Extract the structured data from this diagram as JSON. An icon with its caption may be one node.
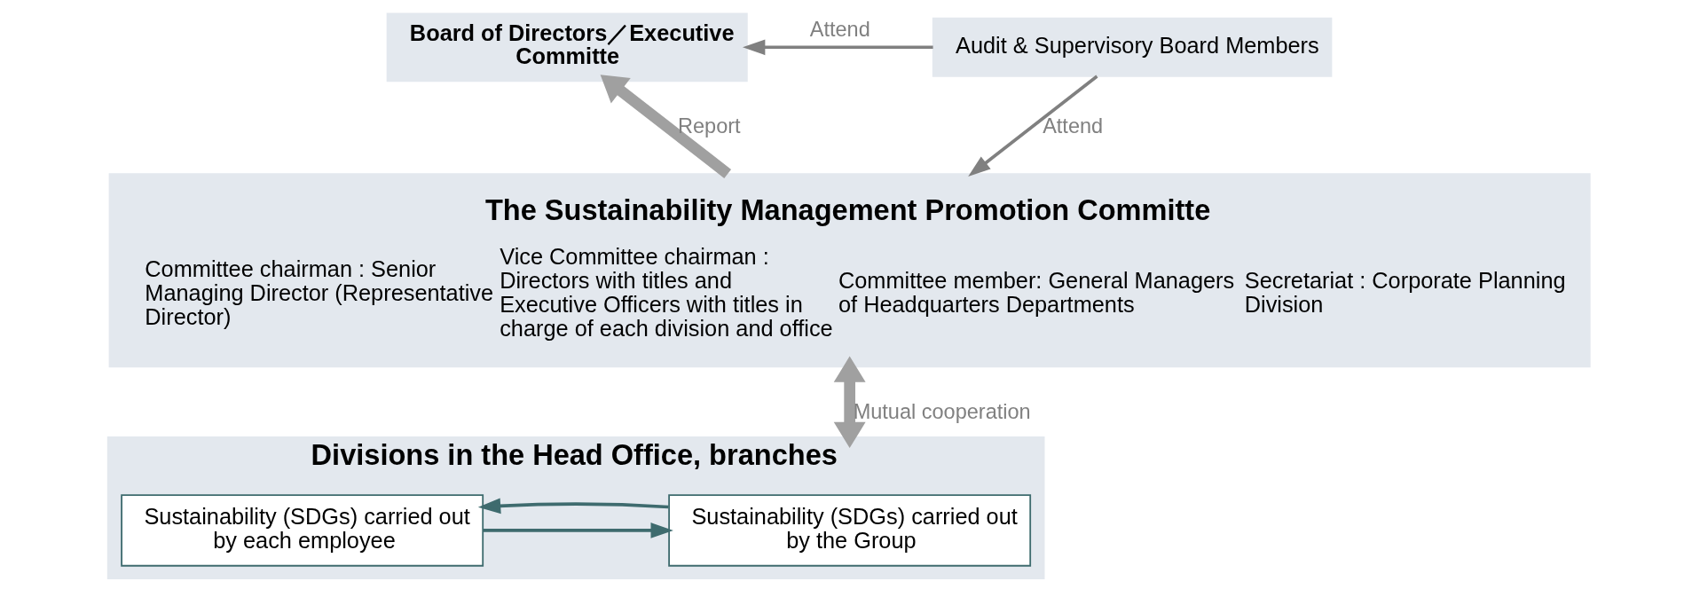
{
  "diagram": {
    "nodes": [
      {
        "text": [
          "Board of Directors／Executive Committe"
        ]
      },
      {
        "text": [
          "Audit & Supervisory Board Members"
        ]
      },
      {
        "text": [
          "The Sustainability Management Promotion Committe",
          "Committee chairman : Senior Managing Director (Representative Director)",
          "Vice Committee chairman : Directors with titles and Executive Officers with titles in charge of each division and office",
          "Committee member: General Managers of Headquarters Departments",
          "Secretariat : Corporate Planning Division"
        ]
      },
      {
        "text": [
          "Divisions in the Head Office, branches"
        ]
      },
      {
        "text": [
          "Sustainability (SDGs) carried out by the Group"
        ],
        "in": 3
      },
      {
        "text": [
          "Sustainability (SDGs) carried out by each employee"
        ],
        "in": 3
      }
    ],
    "edges": [
      {
        "from": 1,
        "to": 0,
        "arrow": "to",
        "label": "Attend",
        "color": "#808080"
      },
      {
        "from": 1,
        "to": 2,
        "arrow": "to",
        "label": "Attend",
        "color": "#808080"
      },
      {
        "from": 2,
        "to": 0,
        "arrow": "to",
        "label": "Report",
        "style": "thick"
      },
      {
        "from": 2,
        "to": 3,
        "arrow": "both",
        "label": "Mutual cooperation",
        "style": "thick"
      },
      {
        "from": 5,
        "to": 4,
        "arrow": "to",
        "color": "#3e6b6e"
      },
      {
        "from": 4,
        "to": 5,
        "arrow": "to",
        "color": "#3e6b6e"
      }
    ]
  }
}
